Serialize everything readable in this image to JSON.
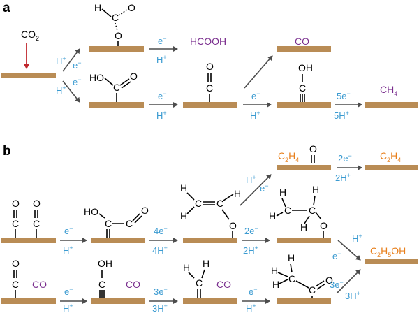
{
  "colors": {
    "surface": "#b98c55",
    "conditions": "#3b9bd1",
    "product_purple": "#7a2e8e",
    "product_orange": "#e8801d",
    "input_arrow": "#c0272d"
  },
  "panel_a": {
    "label": "a",
    "co2": {
      "main": "CO",
      "sub": "2"
    },
    "step_up": {
      "h": "H",
      "hsup": "+",
      "e": "e",
      "esup": "−"
    },
    "step_down": {
      "h": "H",
      "hsup": "+",
      "e": "e",
      "esup": "−"
    },
    "formate_to_hcooh": {
      "e": "e",
      "esup": "−",
      "h": "H",
      "hsup": "+"
    },
    "hcooh": "HCOOH",
    "cooh_to_co": {
      "e": "e",
      "esup": "−",
      "h": "H",
      "hsup": "+"
    },
    "co_to_cho": {
      "e": "e",
      "esup": "−",
      "h": "H",
      "hsup": "+"
    },
    "co_product": "CO",
    "to_ch4": {
      "e": "5e",
      "esup": "−",
      "h": "5H",
      "hsup": "+"
    },
    "ch4": {
      "main": "CH",
      "sub": "4"
    },
    "atoms": {
      "H": "H",
      "C": "C",
      "O": "O",
      "HO": "HO",
      "OH": "OH"
    }
  },
  "panel_b": {
    "label": "b",
    "step1": {
      "e": "e",
      "esup": "−",
      "h": "H",
      "hsup": "+"
    },
    "step2": {
      "e": "4e",
      "esup": "−",
      "h": "4H",
      "hsup": "+"
    },
    "step3": {
      "e": "2e",
      "esup": "−",
      "h": "2H",
      "hsup": "+"
    },
    "step_up": {
      "h": "H",
      "hsup": "+",
      "e": "e",
      "esup": "−"
    },
    "step_c2h4": {
      "e": "2e",
      "esup": "−",
      "h": "2H",
      "hsup": "+"
    },
    "step_down": {
      "h": "H",
      "hsup": "+",
      "e": "e",
      "esup": "−"
    },
    "low1": {
      "e": "e",
      "esup": "−",
      "h": "H",
      "hsup": "+"
    },
    "low2": {
      "e": "3e",
      "esup": "−",
      "h": "3H",
      "hsup": "+"
    },
    "low3": {
      "e": "e",
      "esup": "−",
      "h": "H",
      "hsup": "+"
    },
    "low4": {
      "e": "3e",
      "esup": "−",
      "h": "3H",
      "hsup": "+"
    },
    "c2h4_adsorbed": {
      "main": "C",
      "sub1": "2",
      "mid": "H",
      "sub2": "4"
    },
    "c2h4_product": {
      "main": "C",
      "sub1": "2",
      "mid": "H",
      "sub2": "4"
    },
    "c2h5oh": {
      "main": "C",
      "sub1": "2",
      "mid": "H",
      "sub2": "5",
      "tail": "OH"
    },
    "co_label": "CO",
    "atoms": {
      "H": "H",
      "C": "C",
      "O": "O",
      "HO": "HO",
      "OH": "OH"
    }
  }
}
